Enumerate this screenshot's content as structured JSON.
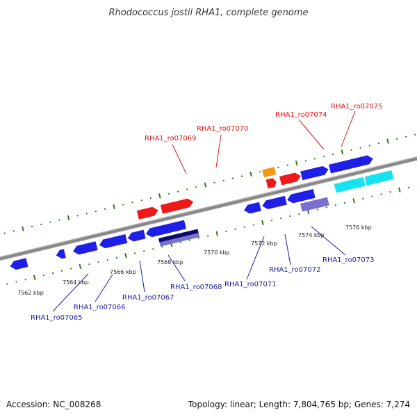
{
  "title": "Rhodococcus jostii RHA1, complete genome",
  "accession_text": "Accession: NC_008268",
  "summary_text": "Topology: linear; Length: 7,804,765 bp; Genes: 7,274",
  "colors": {
    "backbone": "#8a8a8a",
    "tick": "#2e7d18",
    "label_top": "#e81414",
    "label_bottom": "#1c1ca6",
    "gene_blue": "#1f1fe8",
    "gene_red": "#f01818",
    "gene_orange": "#f39a10",
    "gene_cyan": "#14e4f0",
    "gene_navy": "#0b0b6e",
    "gene_lavender": "#7a70d0"
  },
  "scale_labels": [
    {
      "text": "7562 kbp"
    },
    {
      "text": "7564 kbp"
    },
    {
      "text": "7566 kbp"
    },
    {
      "text": "7568 kbp"
    },
    {
      "text": "7570 kbp"
    },
    {
      "text": "7572 kbp"
    },
    {
      "text": "7574 kbp"
    },
    {
      "text": "7576 kbp"
    }
  ],
  "gene_labels_top": [
    {
      "text": "RHA1_ro07069"
    },
    {
      "text": "RHA1_ro07070"
    },
    {
      "text": "RHA1_ro07074"
    },
    {
      "text": "RHA1_ro07075"
    }
  ],
  "gene_labels_bottom": [
    {
      "text": "RHA1_ro07065"
    },
    {
      "text": "RHA1_ro07066"
    },
    {
      "text": "RHA1_ro07067"
    },
    {
      "text": "RHA1_ro07068"
    },
    {
      "text": "RHA1_ro07071"
    },
    {
      "text": "RHA1_ro07072"
    },
    {
      "text": "RHA1_ro07073"
    }
  ]
}
